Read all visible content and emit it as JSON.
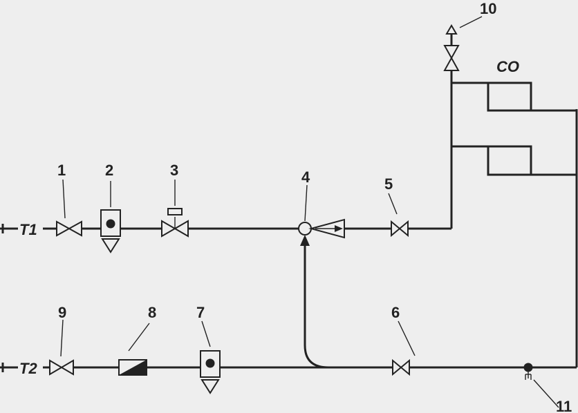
{
  "lines": {
    "t1": "T1",
    "t2": "T2"
  },
  "device": {
    "co": "CO"
  },
  "callouts": [
    "1",
    "2",
    "3",
    "4",
    "5",
    "6",
    "7",
    "8",
    "9",
    "10",
    "11"
  ]
}
